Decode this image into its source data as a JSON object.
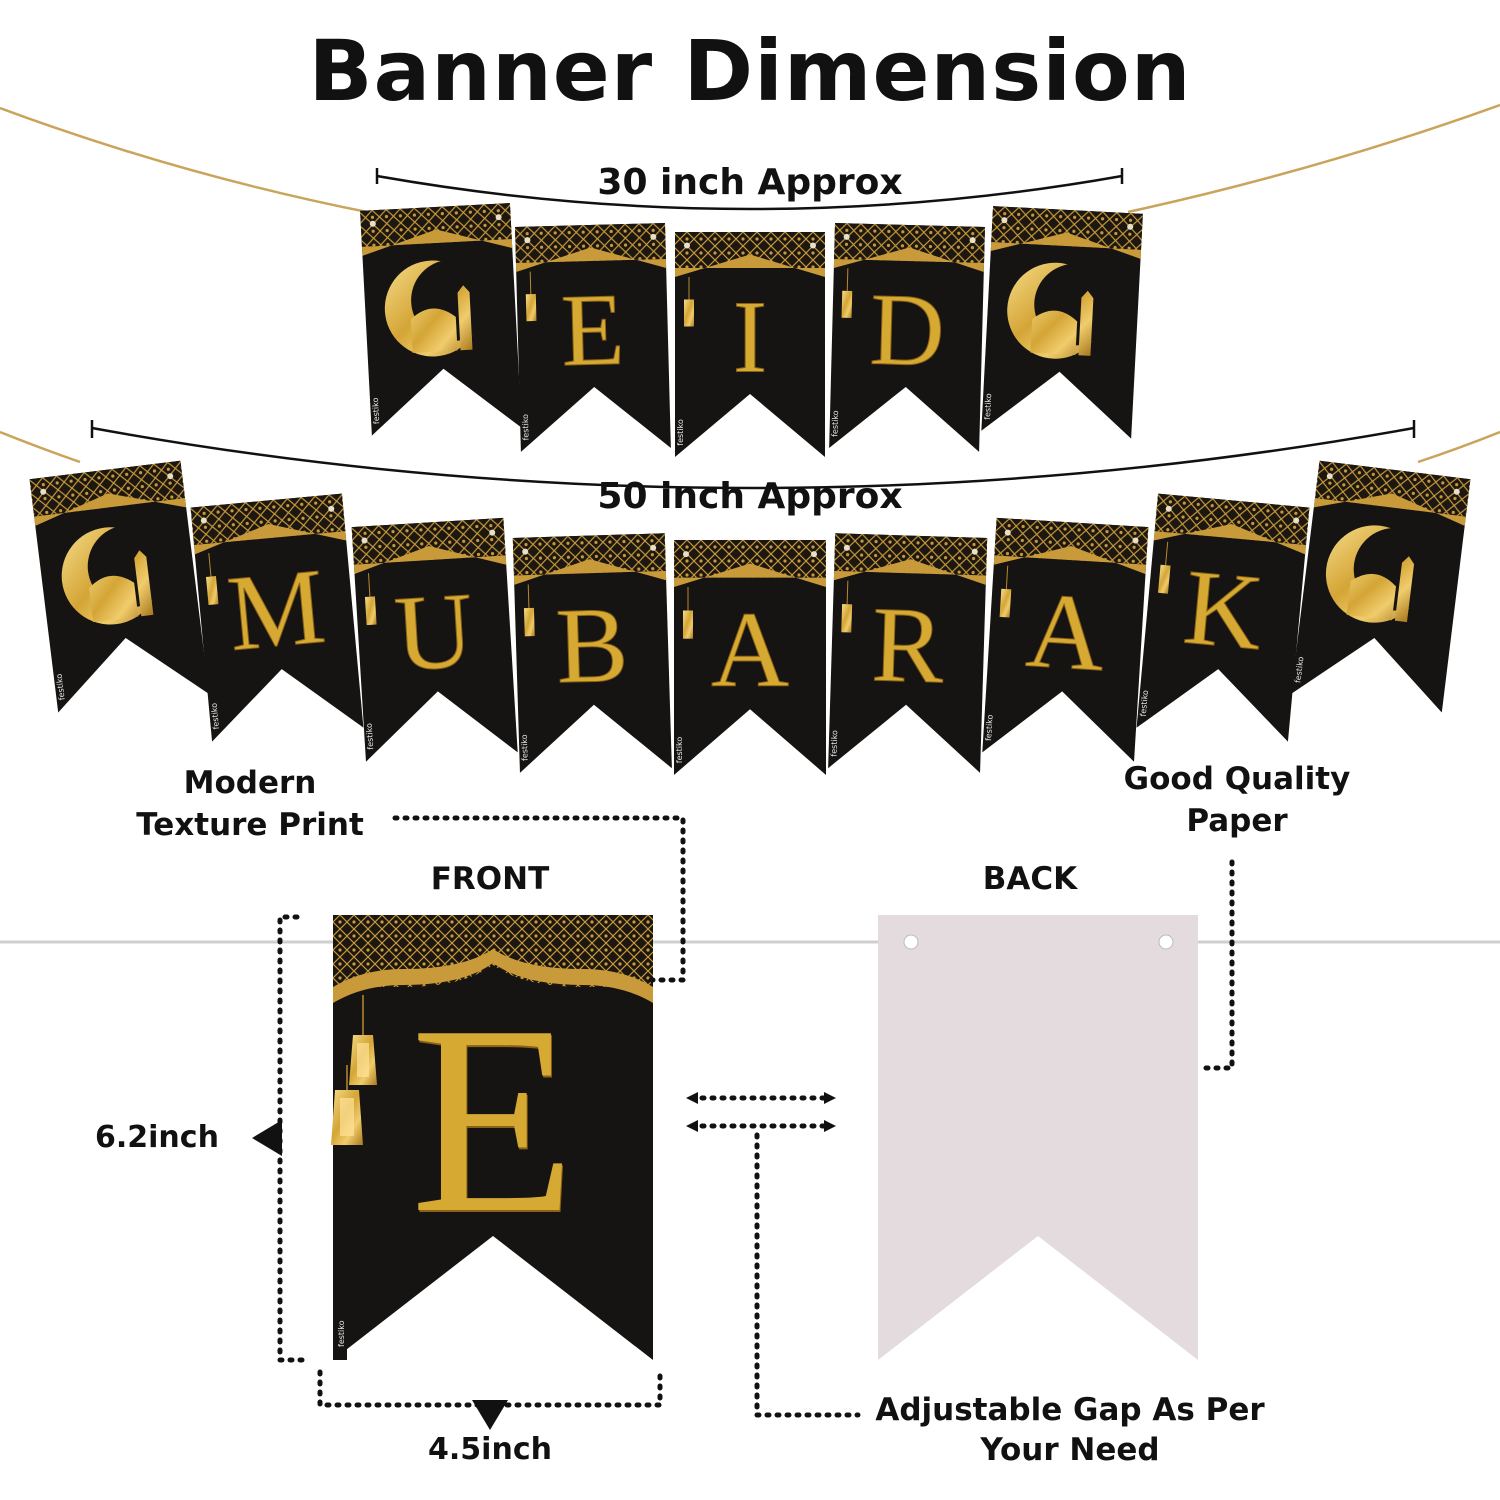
{
  "title": "Banner Dimension",
  "banner_eid": {
    "dimension_label": "30 inch Approx",
    "flags": [
      "moon-mosque",
      "E",
      "I",
      "D",
      "moon-mosque"
    ]
  },
  "banner_mubarak": {
    "dimension_label": "50 inch Approx",
    "flags": [
      "moon-mosque",
      "M",
      "U",
      "B",
      "A",
      "R",
      "A",
      "K",
      "moon-mosque"
    ]
  },
  "brand": "festiko",
  "front": {
    "heading": "FRONT",
    "letter": "E"
  },
  "back": {
    "heading": "BACK"
  },
  "callouts": {
    "texture": [
      "Modern",
      "Texture Print"
    ],
    "paper": [
      "Good Quality",
      "Paper"
    ],
    "gap": [
      "Adjustable Gap As Per",
      "Your Need"
    ]
  },
  "measurements": {
    "height": "6.2inch",
    "width": "4.5inch"
  },
  "colors": {
    "flag_black": "#161412",
    "gold": "#d6a933",
    "gold_light": "#f3d27a",
    "string": "#c9a45a",
    "back_paper": "#e4dbde"
  }
}
